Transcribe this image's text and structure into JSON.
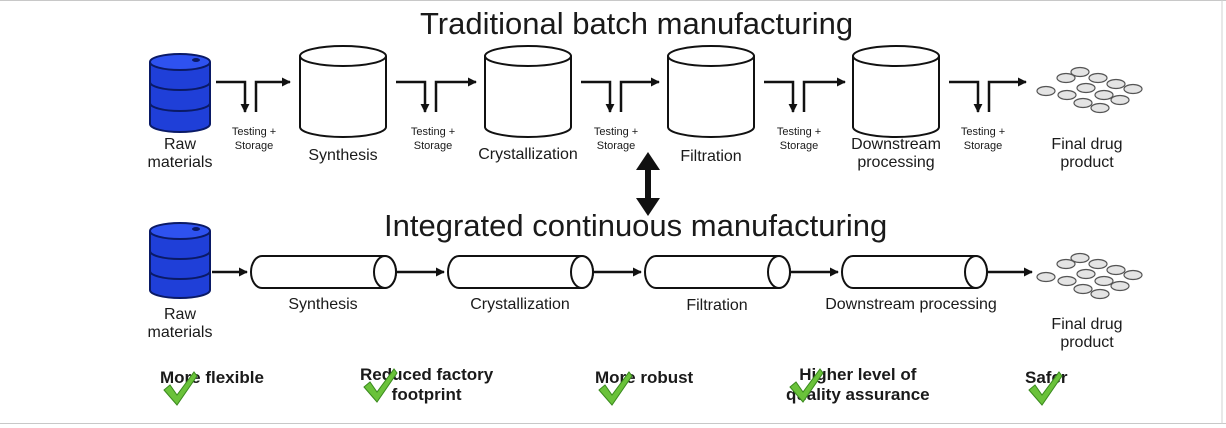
{
  "batch": {
    "title": "Traditional batch manufacturing",
    "raw_materials": "Raw\nmaterials",
    "stages": [
      "Synthesis",
      "Crystallization",
      "Filtration",
      "Downstream\nprocessing"
    ],
    "testing_label": "Testing +\nStorage",
    "final_product": "Final drug\nproduct"
  },
  "continuous": {
    "title": "Integrated continuous manufacturing",
    "raw_materials": "Raw\nmaterials",
    "stages": [
      "Synthesis",
      "Crystallization",
      "Filtration",
      "Downstream processing"
    ],
    "final_product": "Final drug\nproduct"
  },
  "benefits": [
    "More flexible",
    "Reduced factory\nfootprint",
    "More robust",
    "Higher level of\nquality assurance",
    "Safer"
  ],
  "colors": {
    "barrel": "#1f3fd8",
    "check": "#6ac23a",
    "line": "#111111"
  }
}
